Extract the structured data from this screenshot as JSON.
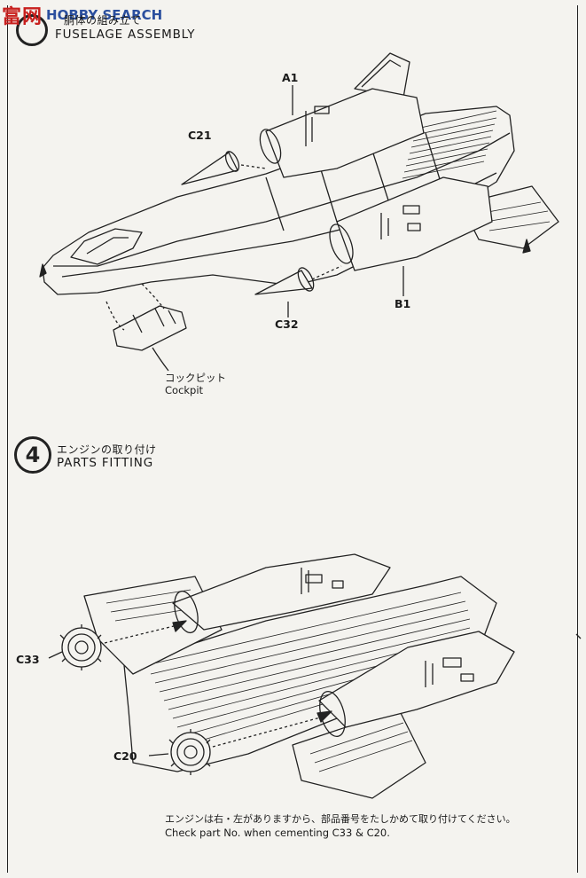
{
  "watermark": {
    "site_cn": "富网",
    "site_en": "HOBBY SEARCH"
  },
  "step3": {
    "title_jp": "胴体の組み立て",
    "title_en": "FUSELAGE ASSEMBLY",
    "labels": {
      "a1": "A1",
      "c21": "C21",
      "c32": "C32",
      "b1": "B1"
    },
    "cockpit_jp": "コックピット",
    "cockpit_en": "Cockpit"
  },
  "step4": {
    "number": "4",
    "title_jp": "エンジンの取り付け",
    "title_en": "PARTS FITTING",
    "labels": {
      "c33": "C33",
      "c20": "C20"
    },
    "note_jp": "エンジンは右・左がありますから、部品番号をたしかめて取り付けてください。",
    "note_en": "Check part No. when cementing C33 & C20."
  }
}
